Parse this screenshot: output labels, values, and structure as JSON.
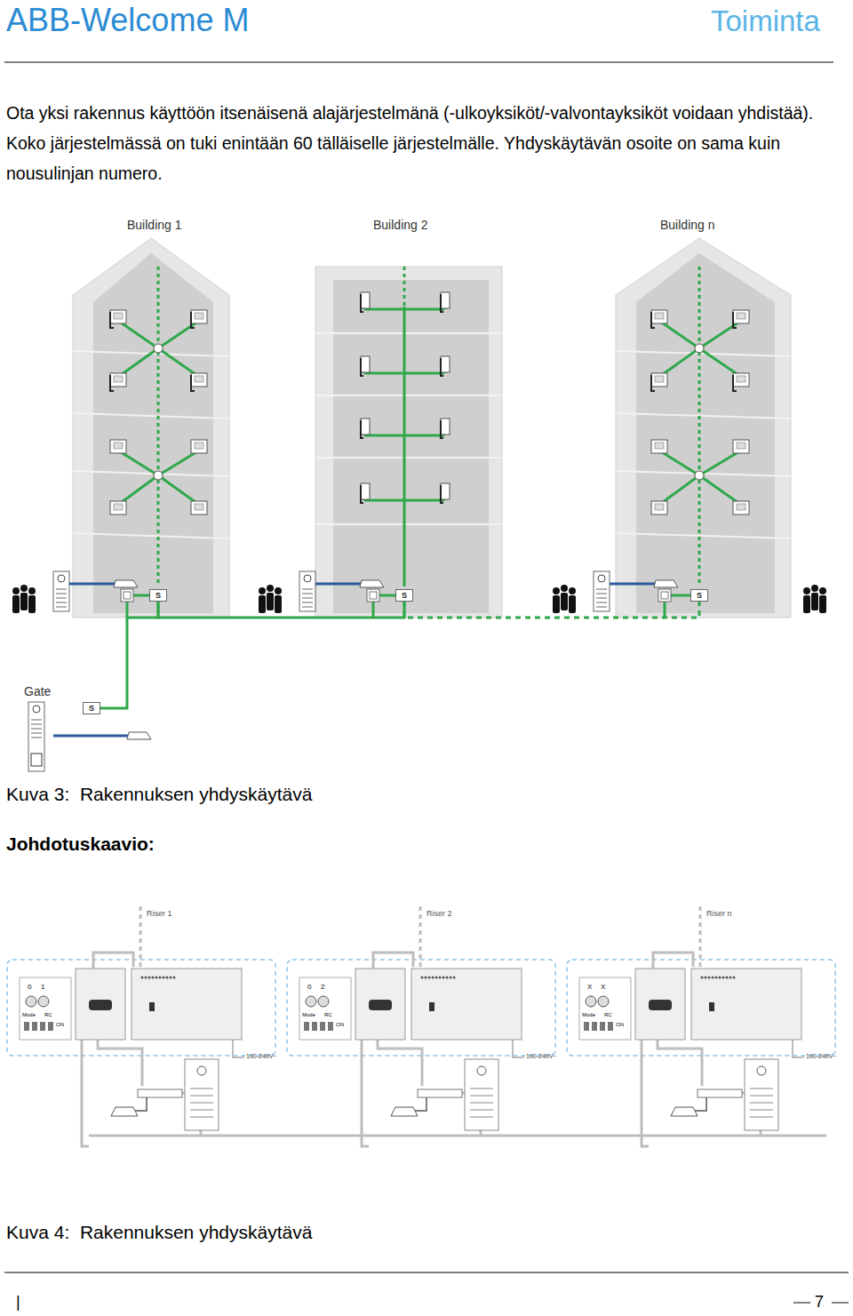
{
  "diagram": {
    "title": "ABB-Welcome M",
    "caption": "Kuva 3:  Rakennuksen yhdyskäytävä",
    "nodes": [
      {
        "text": [
          "S"
        ]
      },
      {
        "text": [
          "S"
        ]
      },
      {
        "text": [
          "S"
        ]
      },
      {
        "text": [
          "S"
        ]
      }
    ],
    "edges": [
      {
        "from": 0,
        "to": 1,
        "arrow": "none"
      },
      {
        "from": 1,
        "to": 2,
        "arrow": "none"
      },
      {
        "from": 3,
        "to": 0,
        "arrow": "none"
      }
    ],
    "labels": [
      "Toiminta",
      "Ota yksi rakennus käyttöön itsenäisenä alajärjestelmänä (-ulkoyksiköt/-valvontayksiköt voidaan yhdistää). Koko järjestelmässä on tuki enintään 60 tälläiselle järjestelmälle. Yhdyskäytävän osoite on sama kuin nousulinjan numero.",
      "Building 1",
      "Building 2",
      "Building n",
      "Gate",
      "Johdotuskaavio:",
      "Kuva 4:  Rakennuksen yhdyskäytävä",
      "Riser 1",
      "Riser 2",
      "Riser n",
      "0",
      "1",
      "0",
      "2",
      "X",
      "X",
      "Mode",
      "RC",
      "ON",
      "Mode",
      "RC",
      "ON",
      "Mode",
      "RC",
      "ON",
      "100-240V~",
      "100-240V~",
      "100-240V~",
      "|",
      "7"
    ]
  }
}
